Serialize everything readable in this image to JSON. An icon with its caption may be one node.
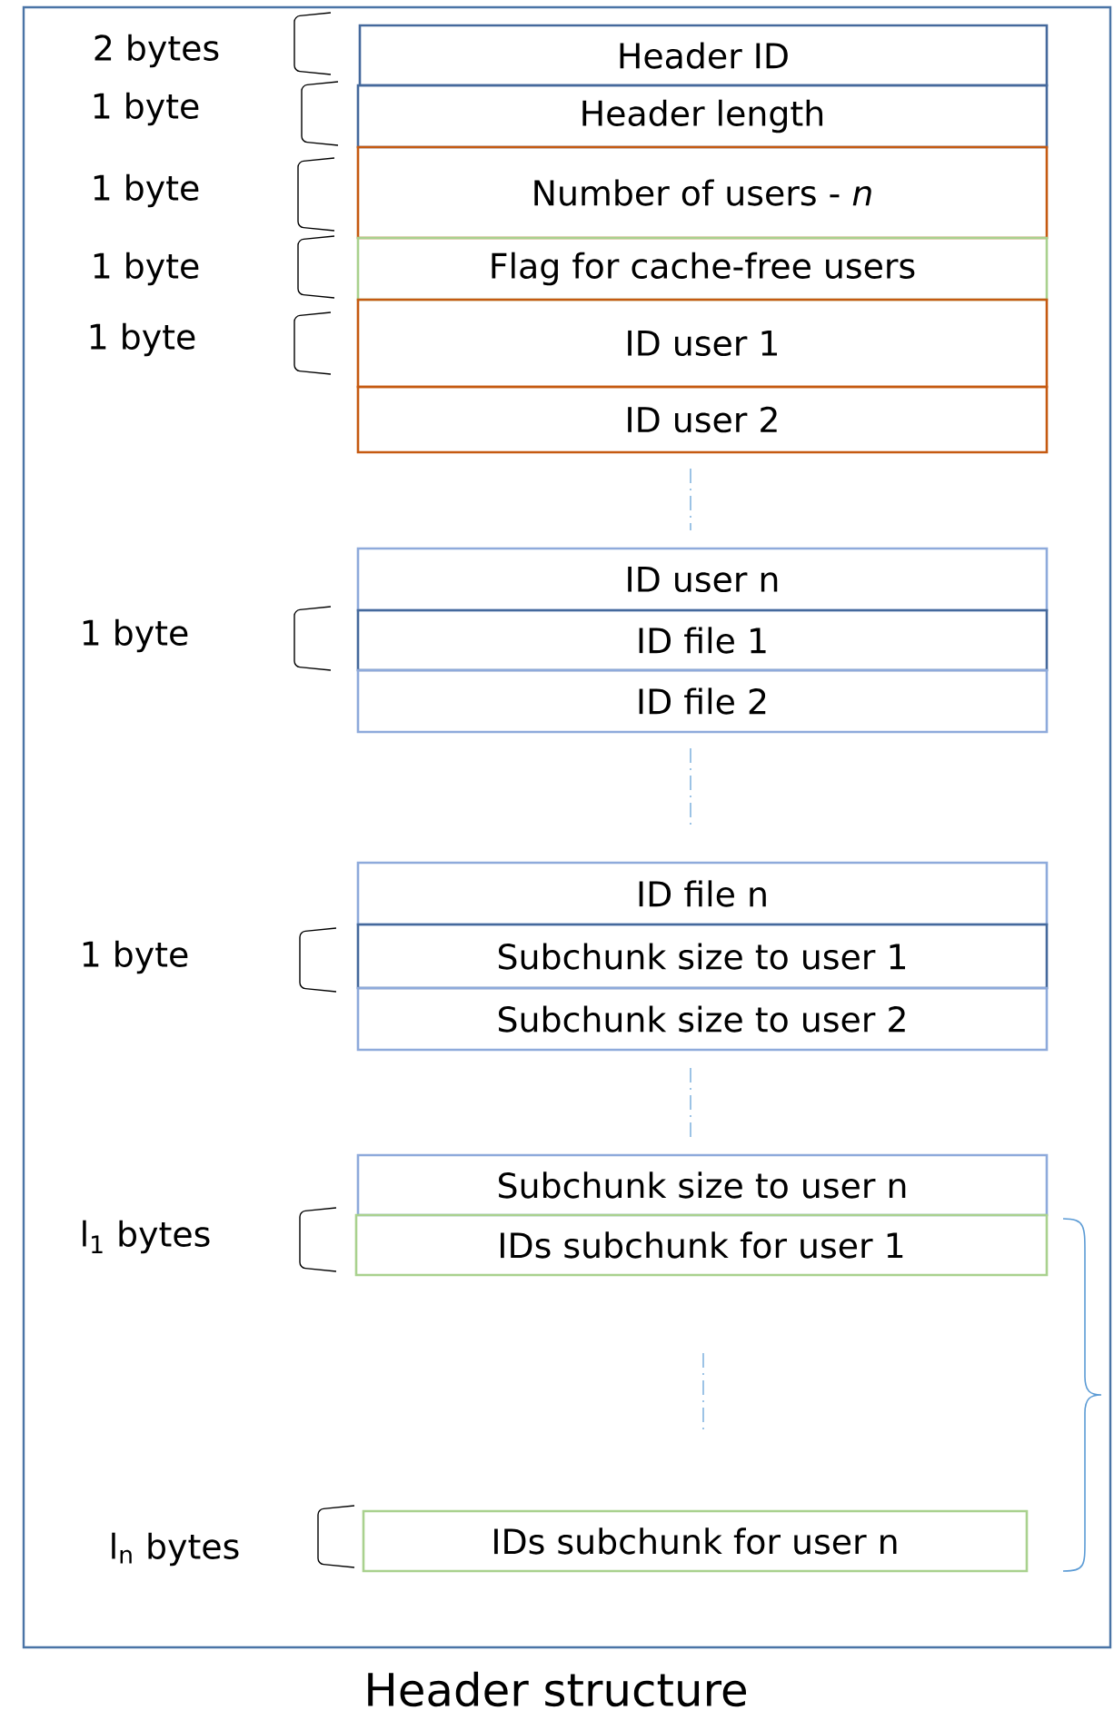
{
  "diagram": {
    "caption": "Header structure",
    "nodes": [
      {
        "text": [
          "Header ID"
        ]
      },
      {
        "text": [
          "Header length"
        ]
      },
      {
        "text": [
          "Number of users - *n*"
        ]
      },
      {
        "text": [
          "Flag for cache-free users"
        ]
      },
      {
        "text": [
          "ID user 1"
        ]
      },
      {
        "text": [
          "ID user 2"
        ]
      },
      {
        "text": [
          "ID user n"
        ]
      },
      {
        "text": [
          "ID file 1"
        ]
      },
      {
        "text": [
          "ID file 2"
        ]
      },
      {
        "text": [
          "ID file n"
        ]
      },
      {
        "text": [
          "Subchunk size to user 1"
        ]
      },
      {
        "text": [
          "Subchunk size to user 2"
        ]
      },
      {
        "text": [
          "Subchunk size to user n"
        ]
      },
      {
        "text": [
          "IDs subchunk for user 1"
        ]
      },
      {
        "text": [
          "IDs subchunk for user n"
        ]
      }
    ],
    "labels": [
      "2 bytes",
      "1 byte",
      "1 byte",
      "1 byte",
      "1 byte",
      "1 byte",
      "1 byte",
      "l$_{1}$ bytes",
      "l$_{n}$ bytes"
    ]
  }
}
